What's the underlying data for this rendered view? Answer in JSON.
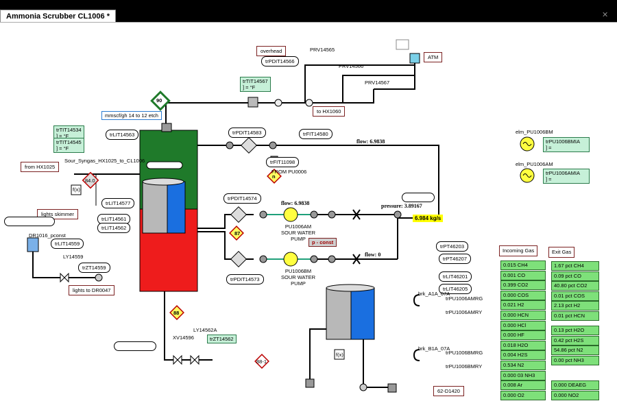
{
  "window": {
    "tab_title": "Ammonia Scrubber CL1006 *",
    "close_glyph": "✕"
  },
  "top": {
    "overhead": "overhead",
    "prv1": "PRV14565",
    "prv2": "PRV14566",
    "prv3": "PRV14567",
    "atm": "ATM",
    "pdit14566": "trPDIT14566",
    "tit14567": "trTIT14567",
    "tit14567_val": "] =",
    "tit14567_unit": "°F",
    "to_hx": "to HX1060",
    "diamond90": "90"
  },
  "left": {
    "tit14534": "trTIT14534",
    "tit14534_val": "] =",
    "tit14534_unit": "°F",
    "tit14545": "trTIT14545",
    "tit14545_val": "] =",
    "tit14545_unit": "°F",
    "sour": "Sour_Syngas_HX1025_to_CL1006",
    "from_hx": "from HX1025",
    "diamond": "84.0",
    "fx": "f(x)",
    "lights_skimmer": "lights skimmer",
    "dr_label": "DR1016_pconst",
    "lit14559": "trLIT14559",
    "ly": "LY14559",
    "zt14559": "trZT14559",
    "lights_to": "lights to DR0047"
  },
  "column": {
    "mmscf": "mmscf/gh 14 to 12 etch",
    "lit14563": "trLIT14563",
    "lit14577": "trLIT14577",
    "lit14561": "trLIT14561",
    "lit14562": "trLIT14562"
  },
  "center": {
    "pdit14583": "trPDIT14583",
    "fit14580": "trFIT14580",
    "fit11098": "trFIT11098",
    "from_pu": "FROM PU0006",
    "diamond_n": "n",
    "flow_top": "flow: 6.9838",
    "pdit14574": "trPDIT14574",
    "diamond87": "87",
    "flow_mid": "flow: 6.9838",
    "pump1": "PU1006AM SOUR WATER PUMP",
    "pump_label_1": "PU1006AM",
    "pump_label_2": "SOUR WATER",
    "pump_label_3": "PUMP",
    "pump2_1": "PU1006BM",
    "pump2_2": "SOUR WATER",
    "pump2_3": "PUMP",
    "p_const": "p - const",
    "pressure": "pressure: 3.89167",
    "yellow": "6.984 kg/s",
    "flow_low": "flow: 0",
    "pdit14573": "trPDIT14573",
    "diamond88": "88",
    "xv": "XV14596",
    "ly562a": "LY14562A",
    "zt14562": "trZT14562",
    "diamond_88_1": "88-1"
  },
  "right": {
    "elm_b": "elm_PU1006BM",
    "elm_b_ind": "trPU1006BMIA",
    "elm_b_val": "] =",
    "elm_a": "elm_PU1006AM",
    "elm_a_ind": "trPU1006AMIA",
    "elm_a_val": "] =",
    "pt46203": "trPT46203",
    "pt46207": "trPT46207",
    "lit46201": "trLIT46201",
    "lit46205": "trLIT46205",
    "brk1": "brk_A1A_07A",
    "brk1_a": "trPU1006AMRG",
    "brk1_b": "trPU1006AMRY",
    "brk2": "brk_B1A_07A",
    "brk2_a": "trPU1006BMRG",
    "brk2_b": "trPU1006BMRY",
    "fx2": "f(x)",
    "d1420": "62-D1420",
    "incoming_hdr": "Incoming Gas",
    "exit_hdr": "Exit Gas",
    "incoming": [
      "0.015 CH4",
      "0.001 CO",
      "0.399 CO2",
      "0.000 COS",
      "0.021 H2",
      "0.000 HCN",
      "0.000 HCl",
      "0.000 HF",
      "0.018 H2O",
      "0.004 H2S",
      "0.534 N2",
      "0.000 03 NH3",
      "0.008 Ar",
      "0.000 O2"
    ],
    "exit_top": [
      "1.67 pct CH4",
      "0.09 pct CO",
      "40.80 pct CO2",
      "0.01 pct COS",
      "2.13 pct H2",
      "0.01 pct HCN"
    ],
    "exit_bottom": [
      "0.13 pct H2O",
      "0.42 pct H2S",
      "54.86 pct N2",
      "0.00 pct NH3"
    ],
    "exit_last": [
      "0.000 DEAEG",
      "0.000 NO2"
    ]
  }
}
